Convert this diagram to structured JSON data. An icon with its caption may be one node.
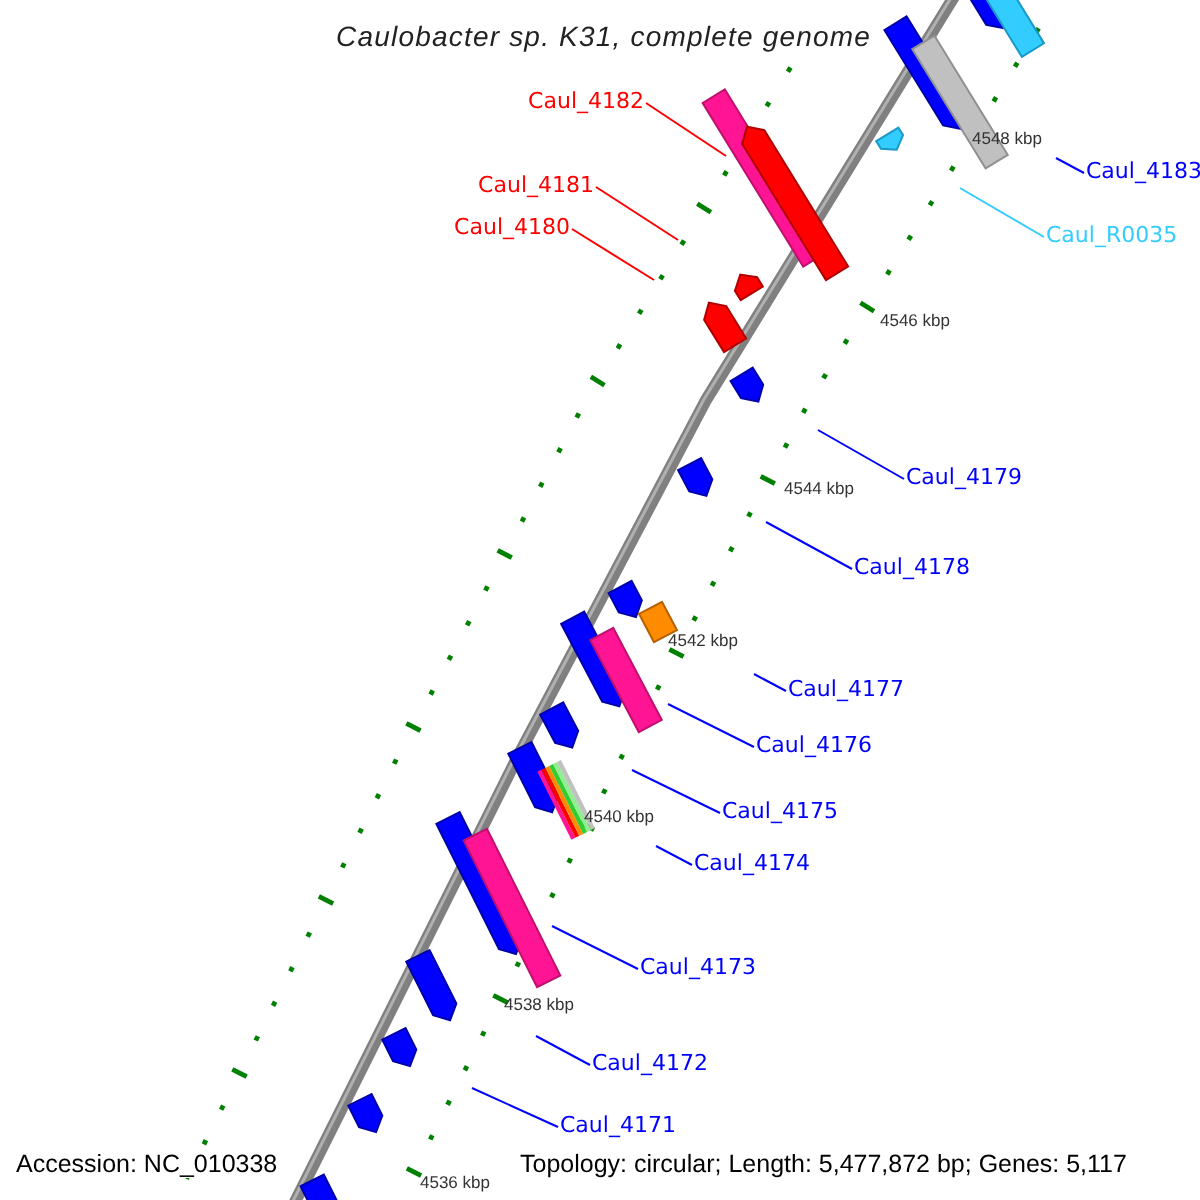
{
  "diagram": {
    "title": "Caulobacter sp. K31, complete genome",
    "nodes": [
      {
        "text": [
          "Caul_4182"
        ]
      },
      {
        "text": [
          "Caul_4183"
        ]
      },
      {
        "text": [
          "Caul_4181"
        ]
      },
      {
        "text": [
          "Caul_R0035"
        ]
      },
      {
        "text": [
          "Caul_4180"
        ]
      },
      {
        "text": [
          "Caul_4179"
        ]
      },
      {
        "text": [
          "Caul_4178"
        ]
      },
      {
        "text": [
          "Caul_4177"
        ]
      },
      {
        "text": [
          "Caul_4176"
        ]
      },
      {
        "text": [
          "Caul_4175"
        ]
      },
      {
        "text": [
          "Caul_4174"
        ]
      },
      {
        "text": [
          "Caul_4173"
        ]
      },
      {
        "text": [
          "Caul_4172"
        ]
      },
      {
        "text": [
          "Caul_4171"
        ]
      }
    ],
    "edges": [
      {
        "from": 0,
        "to": null,
        "arrow": "none",
        "color": "#ff0000"
      },
      {
        "from": 1,
        "to": null,
        "arrow": "none"
      },
      {
        "from": 2,
        "to": null,
        "arrow": "none",
        "color": "#ff0000"
      },
      {
        "from": 3,
        "to": null,
        "arrow": "none",
        "color": "#33ccff"
      },
      {
        "from": 4,
        "to": null,
        "arrow": "none",
        "color": "#ff0000"
      },
      {
        "from": 5,
        "to": null,
        "arrow": "none"
      },
      {
        "from": 6,
        "to": null,
        "arrow": "none"
      },
      {
        "from": 7,
        "to": null,
        "arrow": "none"
      },
      {
        "from": 8,
        "to": null,
        "arrow": "none"
      },
      {
        "from": 9,
        "to": null,
        "arrow": "none"
      },
      {
        "from": 10,
        "to": null,
        "arrow": "none"
      },
      {
        "from": 11,
        "to": null,
        "arrow": "none"
      },
      {
        "from": 12,
        "to": null,
        "arrow": "none"
      },
      {
        "from": 13,
        "to": null,
        "arrow": "none"
      }
    ],
    "labels": [
      "4548 kbp",
      "4546 kbp",
      "4544 kbp",
      "4542 kbp",
      "4540 kbp",
      "4538 kbp",
      "Accession: NC_010338",
      "Topology: circular; Length: 5,477,872 bp; Genes: 5,117",
      "4536 kbp"
    ]
  }
}
